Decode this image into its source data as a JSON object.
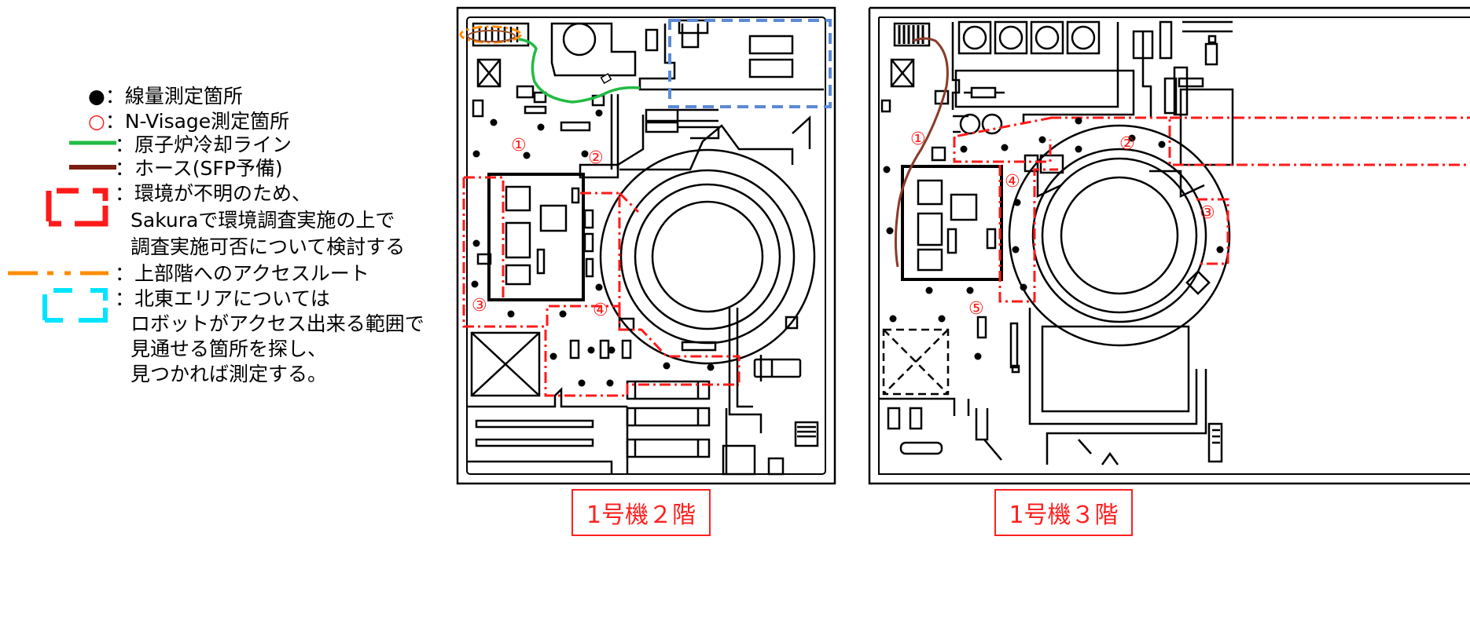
{
  "legend": {
    "dose_point": "●：線量測定箇所",
    "nvisage_point": "○：N-Visage測定箇所",
    "cooling_line": "：原子炉冷却ライン",
    "hose": "：ホース(SFP予備)",
    "unknown_env": [
      "：環境が不明のため、",
      "Sakuraで環境調査実施の上で",
      "調査実施可否について検討する"
    ],
    "access_route": "：上部階へのアクセスルート",
    "northeast": [
      "：北東エリアについては",
      "ロボットがアクセス出来る範囲で",
      "見通せる箇所を探し、",
      "見つかれば測定する。"
    ]
  },
  "floor2": {
    "caption": "1号機２階",
    "markers": [
      "①",
      "②",
      "③",
      "④"
    ]
  },
  "floor3": {
    "caption": "1号機３階",
    "markers": [
      "①",
      "②",
      "③",
      "④",
      "⑤"
    ]
  },
  "colors": {
    "cooling_line": "#22bb44",
    "hose": "#8b3a2a",
    "unknown_env": "#ff1a1a",
    "access_route": "#ff8c00",
    "northeast": "#00e5ff",
    "northeast_plan": "#5b8ad6",
    "marker": "#ff1a1a"
  }
}
